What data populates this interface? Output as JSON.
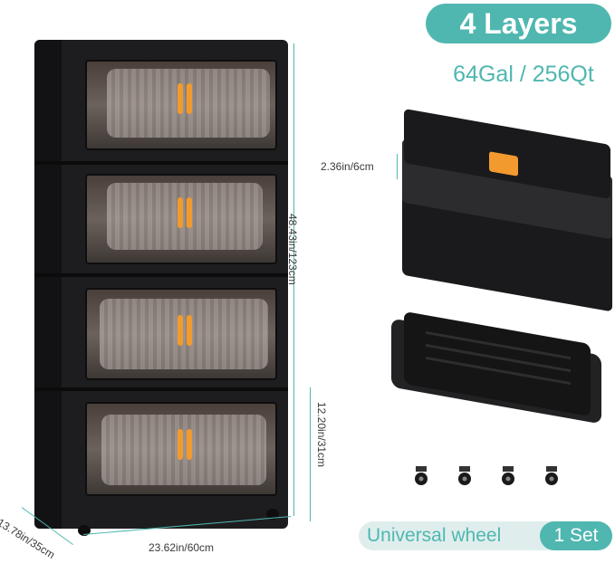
{
  "title_badge": "4 Layers",
  "capacity": "64Gal / 256Qt",
  "dimensions": {
    "height": "48.43in/123cm",
    "bottom_tier_height": "12.20in/31cm",
    "width": "23.62in/60cm",
    "depth": "13.78in/35cm",
    "folded_thickness": "2.36in/6cm"
  },
  "wheel_badge": {
    "label": "Universal wheel",
    "count": "1 Set"
  },
  "colors": {
    "accent": "#4fb7b0",
    "cabinet": "#1d1d1f",
    "handle": "#f29a2e"
  },
  "icons": [
    "caster-wheel-icon",
    "caster-wheel-icon",
    "caster-wheel-icon",
    "caster-wheel-icon"
  ]
}
